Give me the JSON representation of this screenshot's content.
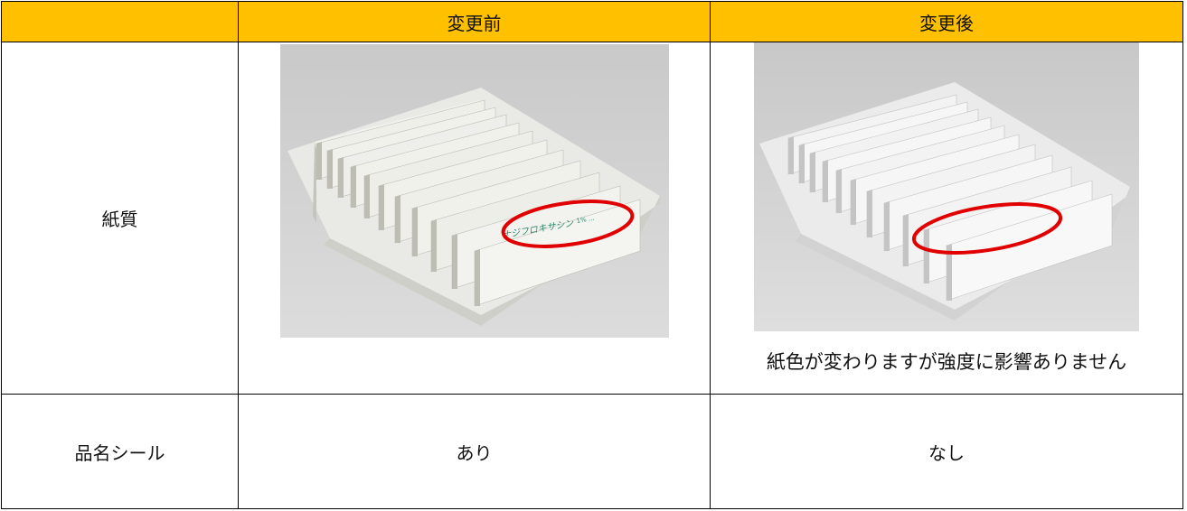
{
  "header": {
    "empty": "",
    "before": "変更前",
    "after": "変更後"
  },
  "rows": [
    {
      "label": "紙質",
      "before_print": "ナジフロキサシン",
      "before_print_small": "1% ...",
      "after_note": "紙色が変わりますが強度に影響ありません"
    },
    {
      "label": "品名シール",
      "before": "あり",
      "after": "なし"
    }
  ],
  "colors": {
    "header_bg": "#ffc000",
    "highlight_ellipse": "#e00000",
    "print_text": "#2a8a6a"
  },
  "icons": [
    "photo-tray-before",
    "photo-tray-after",
    "red-ellipse-highlight"
  ]
}
